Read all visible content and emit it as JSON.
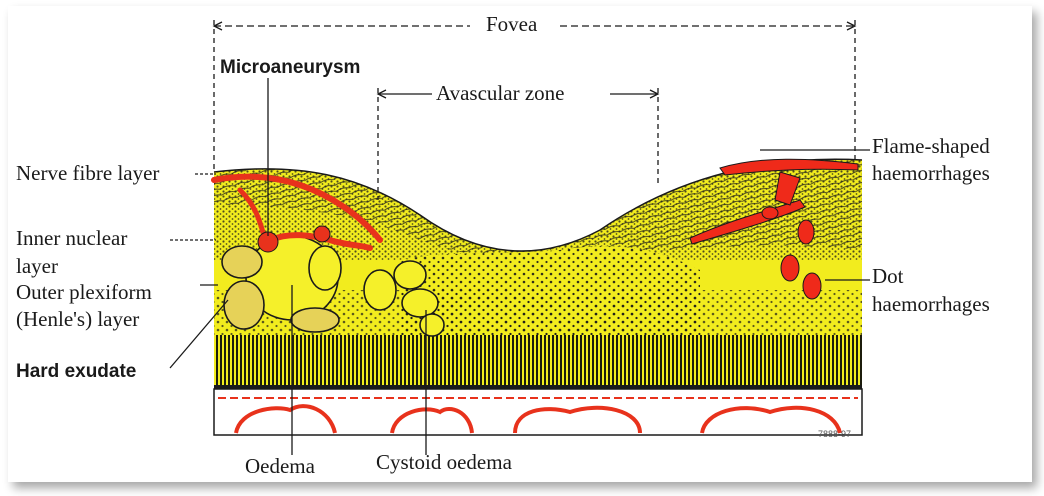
{
  "diagram": {
    "labels": {
      "fovea": "Fovea",
      "microaneurysm": "Microaneurysm",
      "avascular_zone": "Avascular zone",
      "nerve_fibre_layer": "Nerve fibre layer",
      "inner_nuclear_layer_line1": "Inner nuclear",
      "inner_nuclear_layer_line2": "layer",
      "outer_plexiform_line1": "Outer plexiform",
      "outer_plexiform_line2": "(Henle's) layer",
      "hard_exudate": "Hard exudate",
      "oedema": "Oedema",
      "cystoid_oedema": "Cystoid oedema",
      "flame_shaped_line1": "Flame-shaped",
      "flame_shaped_line2": "haemorrhages",
      "dot_line1": "Dot",
      "dot_line2": "haemorrhages",
      "credit": "7888-97"
    },
    "colors": {
      "tissue_yellow": "#f2ec1e",
      "exudate_yellow": "#e8cf55",
      "haemorrhage_red": "#ef2a1a",
      "vessel_red": "#e8321c",
      "outline": "#1a1a1a",
      "photoreceptor_dark": "#2a2a10"
    }
  }
}
